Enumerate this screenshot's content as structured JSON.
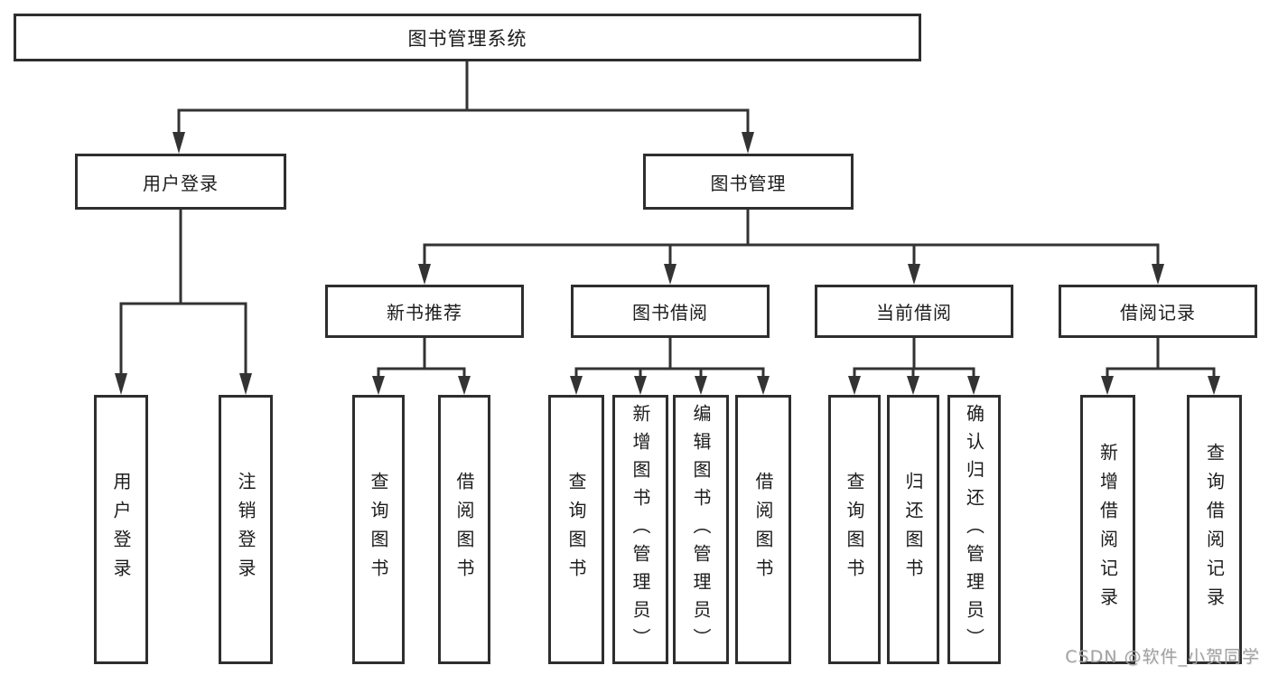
{
  "diagram_title": "图书管理系统",
  "tree": {
    "label": "图书管理系统",
    "children": [
      {
        "label": "用户登录",
        "children": [
          {
            "label": "用户登录"
          },
          {
            "label": "注销登录"
          }
        ]
      },
      {
        "label": "图书管理",
        "children": [
          {
            "label": "新书推荐",
            "children": [
              {
                "label": "查询图书"
              },
              {
                "label": "借阅图书"
              }
            ]
          },
          {
            "label": "图书借阅",
            "children": [
              {
                "label": "查询图书"
              },
              {
                "label": "新增图书（管理员）"
              },
              {
                "label": "编辑图书（管理员）"
              },
              {
                "label": "借阅图书"
              }
            ]
          },
          {
            "label": "当前借阅",
            "children": [
              {
                "label": "查询图书"
              },
              {
                "label": "归还图书"
              },
              {
                "label": "确认归还（管理员）"
              }
            ]
          },
          {
            "label": "借阅记录",
            "children": [
              {
                "label": "新增借阅记录"
              },
              {
                "label": "查询借阅记录"
              }
            ]
          }
        ]
      }
    ]
  },
  "watermark": "CSDN @软件_小贺同学",
  "colors": {
    "background": "#ffffff",
    "box_border": "#2e2e2e",
    "connector": "#333333",
    "text": "#1c1c1c",
    "watermark": "#a2a2a2"
  }
}
